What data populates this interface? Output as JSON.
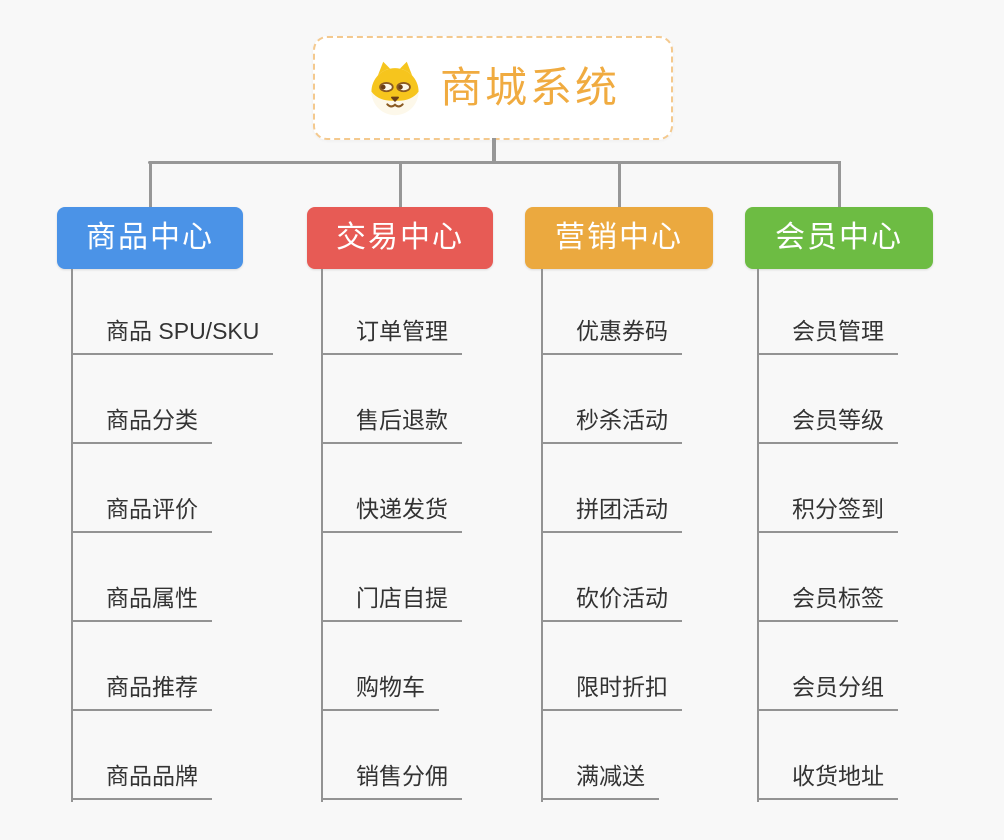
{
  "root": {
    "title": "商城系统",
    "icon": "shiba-dog-icon"
  },
  "branches": [
    {
      "id": "product-center",
      "label": "商品中心",
      "color": "#4B93E7",
      "children": [
        "商品 SPU/SKU",
        "商品分类",
        "商品评价",
        "商品属性",
        "商品推荐",
        "商品品牌"
      ]
    },
    {
      "id": "trade-center",
      "label": "交易中心",
      "color": "#E75B55",
      "children": [
        "订单管理",
        "售后退款",
        "快递发货",
        "门店自提",
        "购物车",
        "销售分佣"
      ]
    },
    {
      "id": "marketing-center",
      "label": "营销中心",
      "color": "#EBA93F",
      "children": [
        "优惠券码",
        "秒杀活动",
        "拼团活动",
        "砍价活动",
        "限时折扣",
        "满减送"
      ]
    },
    {
      "id": "member-center",
      "label": "会员中心",
      "color": "#6DBC43",
      "children": [
        "会员管理",
        "会员等级",
        "积分签到",
        "会员标签",
        "会员分组",
        "收货地址"
      ]
    }
  ],
  "colors": {
    "background": "#F8F8F8",
    "connector": "#979797",
    "item_line": "#939393",
    "item_text": "#333333",
    "root_border": "#F4C98E",
    "root_title": "#F0AB40"
  }
}
